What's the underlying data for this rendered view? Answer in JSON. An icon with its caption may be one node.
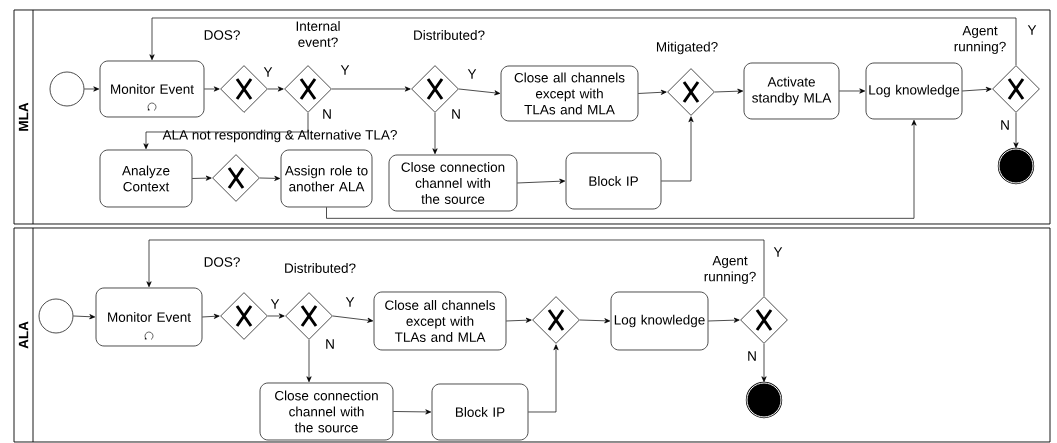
{
  "diagram": {
    "nodes": [
      {
        "text": [
          "MLA"
        ]
      },
      {
        "text": [],
        "shape": "circle",
        "in": 0
      },
      {
        "text": [
          "Monitor Event"
        ],
        "in": 0
      },
      {
        "text": [],
        "shape": "diamond",
        "in": 0,
        "beside": [
          "DOS?"
        ]
      },
      {
        "text": [],
        "shape": "diamond",
        "in": 0,
        "beside": [
          "Internal event?"
        ]
      },
      {
        "text": [],
        "shape": "diamond",
        "in": 0,
        "beside": [
          "Distributed?"
        ]
      },
      {
        "text": [
          "Close all channels except with TLAs and MLA"
        ],
        "in": 0
      },
      {
        "text": [],
        "shape": "diamond",
        "in": 0,
        "beside": [
          "Mitigated?"
        ]
      },
      {
        "text": [
          "Activate standby MLA"
        ],
        "in": 0
      },
      {
        "text": [
          "Log knowledge"
        ],
        "in": 0
      },
      {
        "text": [],
        "shape": "diamond",
        "in": 0,
        "beside": [
          "Agent running?"
        ]
      },
      {
        "text": [],
        "shape": "disc",
        "in": 0
      },
      {
        "text": [
          "Analyze Context"
        ],
        "in": 0
      },
      {
        "text": [],
        "shape": "diamond",
        "in": 0
      },
      {
        "text": [
          "Assign role to another ALA"
        ],
        "in": 0
      },
      {
        "text": [
          "Close connection channel with the source"
        ],
        "in": 0
      },
      {
        "text": [
          "Block IP"
        ],
        "in": 0
      },
      {
        "text": [
          "ALA"
        ]
      },
      {
        "text": [],
        "shape": "circle",
        "in": 17
      },
      {
        "text": [
          "Monitor Event"
        ],
        "in": 17
      },
      {
        "text": [],
        "shape": "diamond",
        "in": 17,
        "beside": [
          "DOS?"
        ]
      },
      {
        "text": [],
        "shape": "diamond",
        "in": 17,
        "beside": [
          "Distributed?"
        ]
      },
      {
        "text": [
          "Close all channels except with TLAs and MLA"
        ],
        "in": 17
      },
      {
        "text": [],
        "shape": "diamond",
        "in": 17
      },
      {
        "text": [
          "Log knowledge"
        ],
        "in": 17
      },
      {
        "text": [],
        "shape": "diamond",
        "in": 17,
        "beside": [
          "Agent running?"
        ]
      },
      {
        "text": [],
        "shape": "disc",
        "in": 17
      },
      {
        "text": [
          "Close connection channel with the source"
        ],
        "in": 17
      },
      {
        "text": [
          "Block IP"
        ],
        "in": 17
      }
    ],
    "edges": [
      {
        "from": 1,
        "to": 2,
        "arrow": "to"
      },
      {
        "from": 2,
        "to": 3,
        "arrow": "to"
      },
      {
        "from": 3,
        "to": 4,
        "arrow": "to",
        "label": "Y"
      },
      {
        "from": 4,
        "to": 5,
        "arrow": "to",
        "label": "Y"
      },
      {
        "from": 5,
        "to": 6,
        "arrow": "to",
        "label": "Y"
      },
      {
        "from": 5,
        "to": 15,
        "arrow": "to",
        "label": "N"
      },
      {
        "from": 4,
        "to": 12,
        "arrow": "to",
        "label": "N"
      },
      {
        "from": 12,
        "to": 13,
        "arrow": "to"
      },
      {
        "from": 13,
        "to": 14,
        "arrow": "to"
      },
      {
        "from": 14,
        "to": 9,
        "arrow": "to"
      },
      {
        "from": 6,
        "to": 7,
        "arrow": "to"
      },
      {
        "from": 15,
        "to": 16,
        "arrow": "to"
      },
      {
        "from": 16,
        "to": 7,
        "arrow": "to"
      },
      {
        "from": 7,
        "to": 8,
        "arrow": "to"
      },
      {
        "from": 8,
        "to": 9,
        "arrow": "to"
      },
      {
        "from": 9,
        "to": 10,
        "arrow": "to"
      },
      {
        "from": 10,
        "to": 11,
        "arrow": "to",
        "label": "N"
      },
      {
        "from": 10,
        "to": 2,
        "arrow": "to",
        "label": "Y"
      },
      {
        "from": 18,
        "to": 19,
        "arrow": "to"
      },
      {
        "from": 19,
        "to": 20,
        "arrow": "to"
      },
      {
        "from": 20,
        "to": 21,
        "arrow": "to",
        "label": "Y"
      },
      {
        "from": 21,
        "to": 22,
        "arrow": "to",
        "label": "Y"
      },
      {
        "from": 21,
        "to": 27,
        "arrow": "to",
        "label": "N"
      },
      {
        "from": 22,
        "to": 23,
        "arrow": "to"
      },
      {
        "from": 27,
        "to": 28,
        "arrow": "to"
      },
      {
        "from": 28,
        "to": 23,
        "arrow": "to"
      },
      {
        "from": 23,
        "to": 24,
        "arrow": "to"
      },
      {
        "from": 24,
        "to": 25,
        "arrow": "to"
      },
      {
        "from": 25,
        "to": 26,
        "arrow": "to",
        "label": "N"
      },
      {
        "from": 25,
        "to": 19,
        "arrow": "to",
        "label": "Y"
      }
    ],
    "labels": [
      "ALA not responding & Alternative TLA?"
    ]
  }
}
